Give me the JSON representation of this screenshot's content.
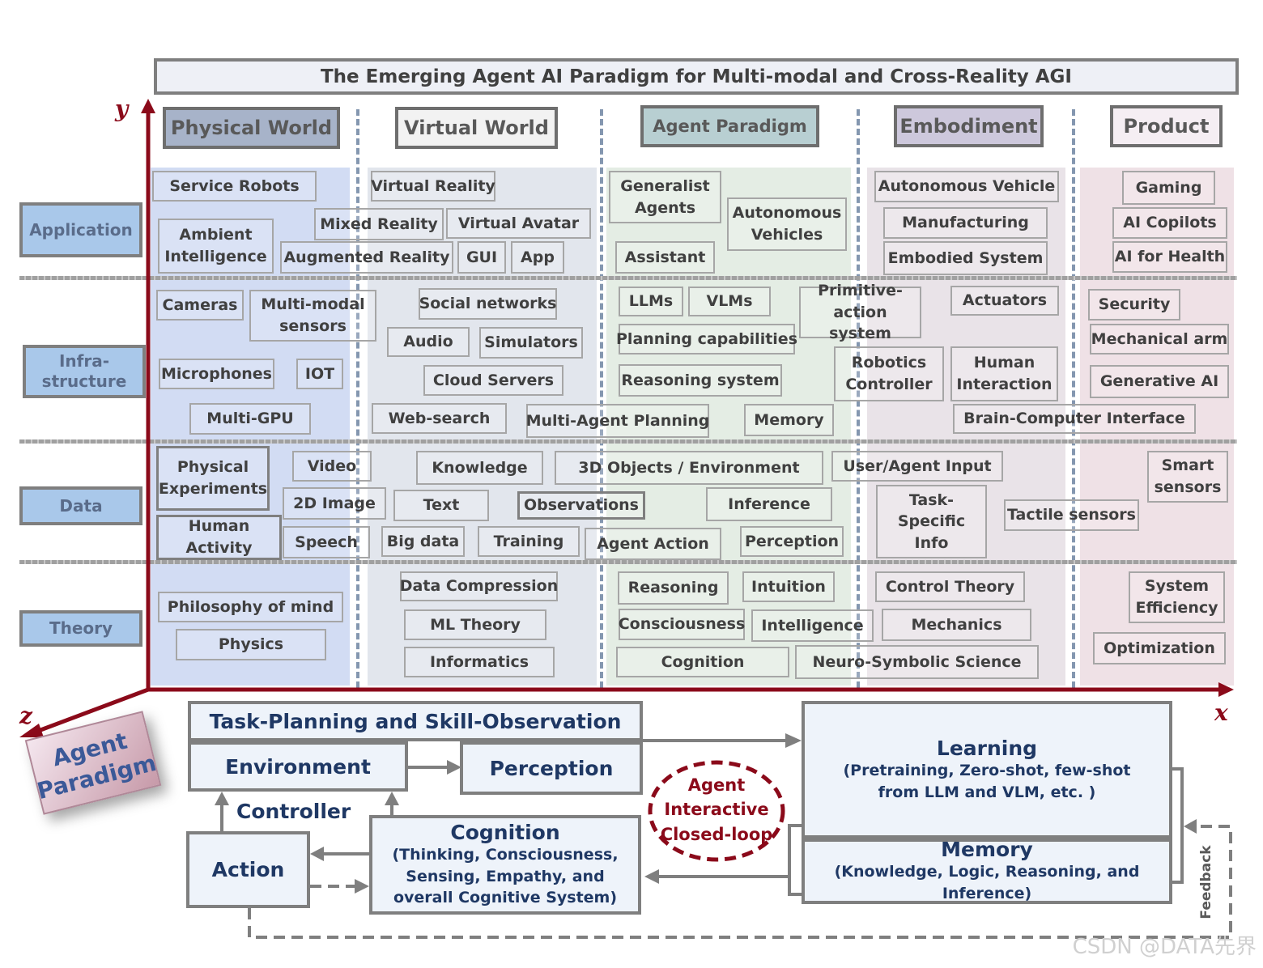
{
  "title": "The Emerging Agent AI Paradigm for Multi-modal and Cross-Reality AGI",
  "axes": {
    "x": "x",
    "y": "y",
    "z": "z"
  },
  "columns": [
    "Physical World",
    "Virtual World",
    "Agent Paradigm",
    "Embodiment",
    "Product"
  ],
  "rows": [
    "Application",
    "Infra-\nstructure",
    "Data",
    "Theory"
  ],
  "colors": {
    "physical": "#d2dcf3",
    "virtual": "#e2e6ed",
    "agent": "#e4ede4",
    "embodiment": "#e9e3e8",
    "product": "#efe1e6",
    "axis": "#8b0a1a",
    "row_label": "#a9c8ea"
  },
  "cells": {
    "service_robots": "Service Robots",
    "ambient_intelligence": "Ambient\nIntelligence",
    "virtual_reality": "Virtual Reality",
    "mixed_reality": "Mixed Reality",
    "virtual_avatar": "Virtual Avatar",
    "augmented_reality": "Augmented Reality",
    "gui": "GUI",
    "app": "App",
    "generalist_agents": "Generalist\nAgents",
    "autonomous_vehicles": "Autonomous\nVehicles",
    "assistant": "Assistant",
    "autonomous_vehicle": "Autonomous Vehicle",
    "manufacturing": "Manufacturing",
    "embodied_system": "Embodied System",
    "gaming": "Gaming",
    "ai_copilots": "AI Copilots",
    "ai_for_health": "AI for Health",
    "cameras": "Cameras",
    "multimodal_sensors": "Multi-modal\nsensors",
    "microphones": "Microphones",
    "iot": "IOT",
    "multi_gpu": "Multi-GPU",
    "social_networks": "Social networks",
    "audio": "Audio",
    "simulators": "Simulators",
    "cloud_servers": "Cloud Servers",
    "web_search": "Web-search",
    "llms": "LLMs",
    "vlms": "VLMs",
    "primitive_action": "Primitive-\naction system",
    "planning_capabilities": "Planning capabilities",
    "reasoning_system": "Reasoning system",
    "multi_agent_planning": "Multi-Agent Planning",
    "memory_cell": "Memory",
    "actuators": "Actuators",
    "robotics_controller": "Robotics\nController",
    "human_interaction": "Human\nInteraction",
    "brain_computer": "Brain-Computer Interface",
    "security": "Security",
    "mechanical_arm": "Mechanical arm",
    "generative_ai": "Generative AI",
    "physical_experiments": "Physical\nExperiments",
    "video": "Video",
    "image_2d": "2D Image",
    "human_activity": "Human\nActivity",
    "speech": "Speech",
    "knowledge": "Knowledge",
    "text": "Text",
    "big_data": "Big data",
    "training": "Training",
    "objects_3d": "3D Objects / Environment",
    "observations": "Observations",
    "inference": "Inference",
    "agent_action": "Agent Action",
    "perception_cell": "Perception",
    "user_agent_input": "User/Agent  Input",
    "task_specific": "Task-\nSpecific\nInfo",
    "tactile_sensors": "Tactile sensors",
    "smart_sensors": "Smart\nsensors",
    "philosophy_of_mind": "Philosophy of mind",
    "physics": "Physics",
    "data_compression": "Data Compression",
    "ml_theory": "ML Theory",
    "informatics": "Informatics",
    "reasoning": "Reasoning",
    "intuition": "Intuition",
    "consciousness": "Consciousness",
    "intelligence": "Intelligence",
    "cognition_cell": "Cognition",
    "neuro_symbolic": "Neuro-Symbolic Science",
    "control_theory": "Control Theory",
    "mechanics": "Mechanics",
    "system_efficiency": "System\nEfficiency",
    "optimization": "Optimization"
  },
  "flow": {
    "task_planning": "Task-Planning and Skill-Observation",
    "environment": "Environment",
    "perception": "Perception",
    "controller": "Controller",
    "action": "Action",
    "cognition_title": "Cognition",
    "cognition_sub": "(Thinking, Consciousness,\nSensing, Empathy, and\noverall Cognitive System)",
    "closed_loop": "Agent\nInteractive\nClosed-loop",
    "learning_title": "Learning",
    "learning_sub": "(Pretraining, Zero-shot, few-shot\nfrom LLM and VLM, etc. )",
    "memory_title": "Memory",
    "memory_sub": "(Knowledge, Logic, Reasoning, and Inference)",
    "feedback": "Feedback",
    "agent_paradigm": "Agent\nParadigm"
  },
  "watermark": "CSDN @DATA先界"
}
